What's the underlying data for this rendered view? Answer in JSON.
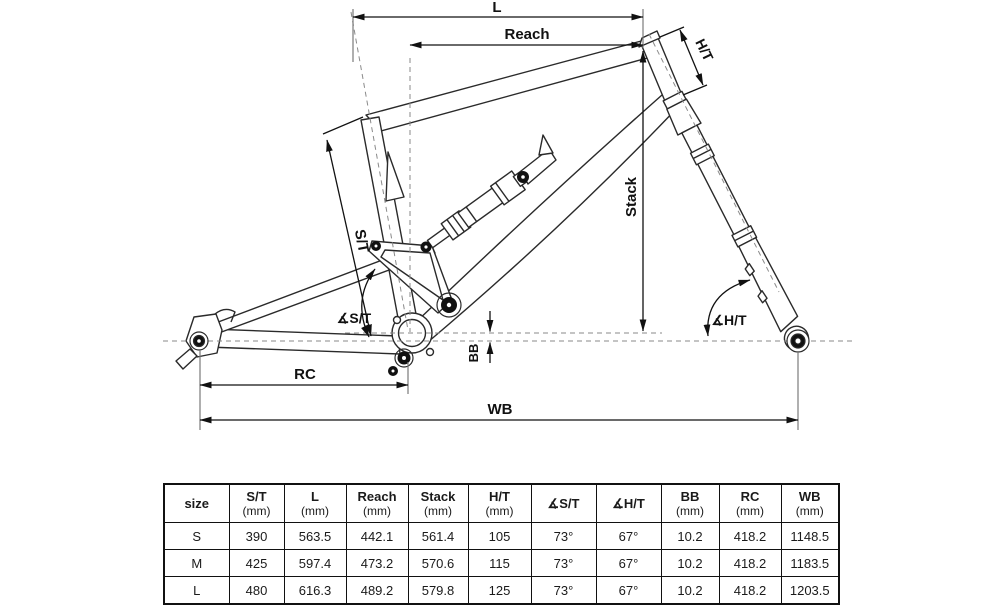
{
  "diagram": {
    "labels": {
      "l": "L",
      "reach": "Reach",
      "ht": "H/T",
      "stack": "Stack",
      "st": "S/T",
      "angle_st": "∡S/T",
      "angle_ht": "∡H/T",
      "bb": "BB",
      "rc": "RC",
      "wb": "WB"
    }
  },
  "table": {
    "columns": [
      {
        "label": "size",
        "unit": ""
      },
      {
        "label": "S/T",
        "unit": "(mm)"
      },
      {
        "label": "L",
        "unit": "(mm)"
      },
      {
        "label": "Reach",
        "unit": "(mm)"
      },
      {
        "label": "Stack",
        "unit": "(mm)"
      },
      {
        "label": "H/T",
        "unit": "(mm)"
      },
      {
        "label": "∡S/T",
        "unit": ""
      },
      {
        "label": "∡H/T",
        "unit": ""
      },
      {
        "label": "BB",
        "unit": "(mm)"
      },
      {
        "label": "RC",
        "unit": "(mm)"
      },
      {
        "label": "WB",
        "unit": "(mm)"
      }
    ],
    "rows": [
      [
        "S",
        "390",
        "563.5",
        "442.1",
        "561.4",
        "105",
        "73°",
        "67°",
        "10.2",
        "418.2",
        "1148.5"
      ],
      [
        "M",
        "425",
        "597.4",
        "473.2",
        "570.6",
        "115",
        "73°",
        "67°",
        "10.2",
        "418.2",
        "1183.5"
      ],
      [
        "L",
        "480",
        "616.3",
        "489.2",
        "579.8",
        "125",
        "73°",
        "67°",
        "10.2",
        "418.2",
        "1203.5"
      ]
    ]
  },
  "colors": {
    "frame_line": "#2a2a2a",
    "dimension_line": "#111111",
    "construction_dash": "#8a8a8a",
    "extension_line": "#7a7a7a",
    "background": "#ffffff"
  }
}
